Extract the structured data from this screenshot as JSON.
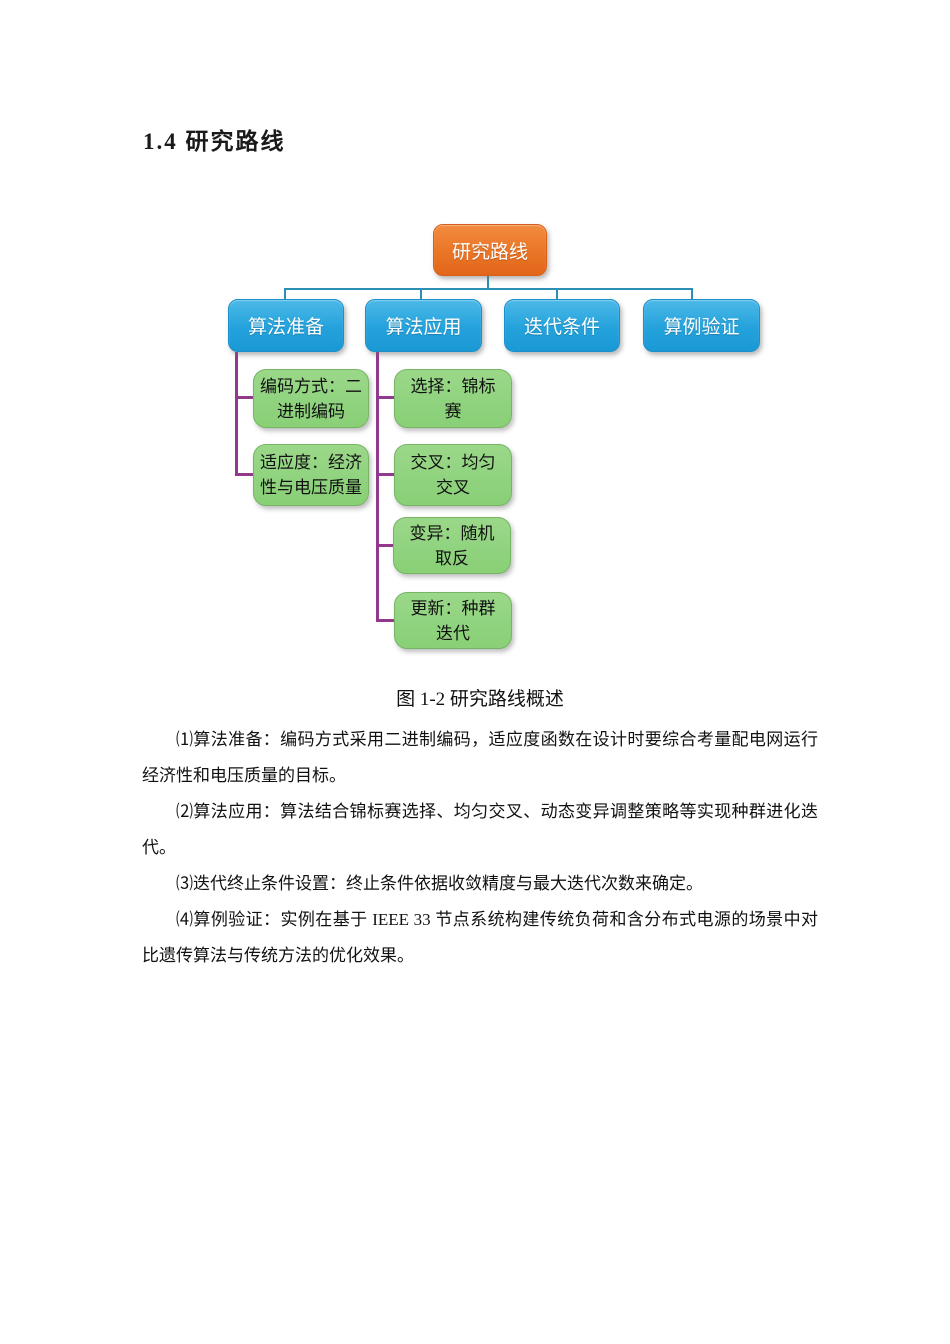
{
  "heading": "1.4 研究路线",
  "diagram": {
    "root": {
      "label": "研究路线"
    },
    "branches": [
      {
        "label": "算法准备",
        "children": [
          {
            "lines": [
              "编码方式：二",
              "进制编码"
            ]
          },
          {
            "lines": [
              "适应度：经济",
              "性与电压质量"
            ]
          }
        ]
      },
      {
        "label": "算法应用",
        "children": [
          {
            "lines": [
              "选择：锦标",
              "赛"
            ]
          },
          {
            "lines": [
              "交叉：均匀",
              "交叉"
            ]
          },
          {
            "lines": [
              "变异：随机",
              "取反"
            ]
          },
          {
            "lines": [
              "更新：种群",
              "迭代"
            ]
          }
        ]
      },
      {
        "label": "迭代条件",
        "children": []
      },
      {
        "label": "算例验证",
        "children": []
      }
    ],
    "colors": {
      "root_fill": "#E8701F",
      "branch_fill": "#1F9ED9",
      "leaf_fill": "#90D37F",
      "tree_connector": "#2C8FB4",
      "leaf_connector": "#93398D"
    }
  },
  "caption": "图 1-2 研究路线概述",
  "paragraphs": [
    "⑴算法准备：编码方式采用二进制编码，适应度函数在设计时要综合考量配电网运行经济性和电压质量的目标。",
    "⑵算法应用：算法结合锦标赛选择、均匀交叉、动态变异调整策略等实现种群进化迭代。",
    "⑶迭代终止条件设置：终止条件依据收敛精度与最大迭代次数来确定。",
    "⑷算例验证：实例在基于 IEEE 33 节点系统构建传统负荷和含分布式电源的场景中对比遗传算法与传统方法的优化效果。"
  ]
}
